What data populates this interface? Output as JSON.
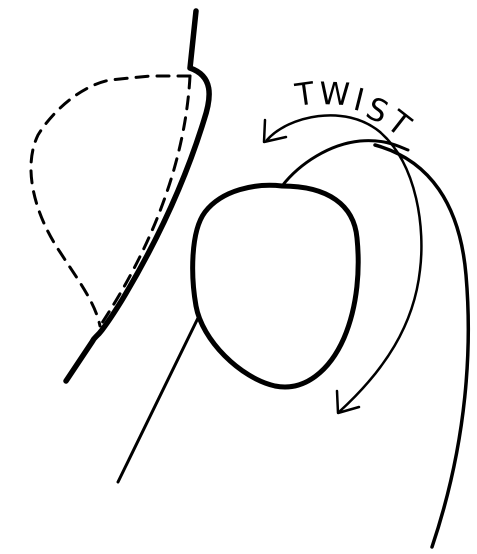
{
  "label": {
    "text": "TWIST",
    "letters": [
      "T",
      "W",
      "I",
      "S",
      "T"
    ]
  },
  "colors": {
    "ink": "#000000",
    "background": "#ffffff"
  }
}
